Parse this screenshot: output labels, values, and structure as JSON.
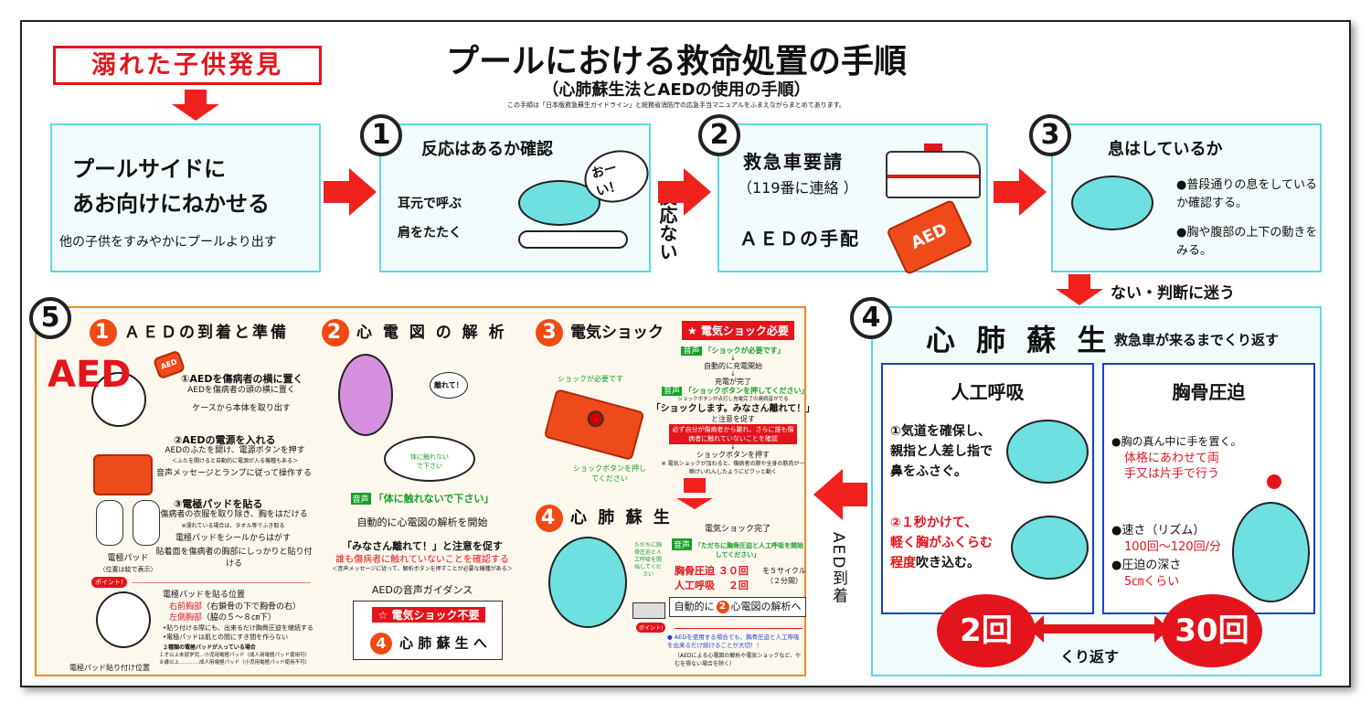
{
  "header": {
    "found": "溺れた子供発見",
    "title": "プールにおける救命処置の手順",
    "subtitle": "（心肺蘇生法とAEDの使用の手順）",
    "note": "この手順は「日本版救急蘇生ガイドライン」と総務省消防庁の応急手当マニュアルをふまえながらまとめてあります。"
  },
  "step0": {
    "line1": "プールサイドに",
    "line2": "あお向けにねかせる",
    "sub": "他の子供をすみやかにプールより出す"
  },
  "step1": {
    "num": "1",
    "title": "反応はあるか確認",
    "shout": "おーい！",
    "a": "耳元で呼ぶ",
    "b": "肩をたたく"
  },
  "no_response": "反応ない",
  "step2": {
    "num": "2",
    "title": "救急車要請",
    "sub": "（119番に連絡 ）",
    "aed": "ＡＥＤの手配",
    "aed_label": "AED"
  },
  "step3": {
    "num": "3",
    "title": "息はしているか",
    "b1": "●普段通りの息をしているか確認する。",
    "b2": "●胸や腹部の上下の動きをみる。"
  },
  "no_breath": "ない・判断に迷う",
  "step4": {
    "num": "4",
    "title": "心 肺 蘇 生",
    "sub": "救急車が来るまでくり返す",
    "breath": {
      "title": "人工呼吸",
      "t1": "①気道を確保し、親指と人差し指で鼻をふさぐ。",
      "t2a": "②１秒かけて、",
      "t2b": "軽く胸がふくらむ",
      "t2c": "程度",
      "t2d": "吹き込む。"
    },
    "comp": {
      "title": "胸骨圧迫",
      "t1": "●胸の真ん中に手を置く。",
      "t1r": "体格にあわせて両手又は片手で行う",
      "t2": "●速さ（リズム）",
      "t2r": "100回〜120回/分",
      "t3": "●圧迫の深さ",
      "t3r": "5㎝くらい"
    },
    "c2": "2回",
    "c30": "30回",
    "repeat": "くり返す"
  },
  "aed_arrive": "AED到着",
  "step5": {
    "num": "5",
    "side": "AED",
    "s1": {
      "title": "ＡＥＤの到着と準備",
      "i1": "①AEDを傷病者の横に置く",
      "i1a": "AEDを傷病者の頭の横に置く",
      "i1b": "ケースから本体を取り出す",
      "i2": "②AEDの電源を入れる",
      "i2a": "AEDのふたを開け、電源ボタンを押す",
      "i2b": "＜ふたを開けると自動的に電源が入る機種もある＞",
      "i2c": "音声メッセージとランプに従って操作する",
      "i3": "③電極パッドを貼る",
      "i3a": "傷病者の衣服を取り除き、胸をはだける",
      "i3b": "※濡れている場合は、タオル等でふき取る",
      "i3c": "電極パッドをシールからはがす",
      "i3d": "貼着面を傷病者の胸部にしっかりと貼り付ける",
      "pad": "電極パッド",
      "pad_sub": "（位置は絵で表示）",
      "point": "ポイント!",
      "pos_title": "電極パッドを貼る位置",
      "pos1": "右前胸部",
      "pos1b": "（右鎖骨の下で胸骨の右）",
      "pos2": "左側胸部",
      "pos2b": "（脇の５〜８㎝下）",
      "n1": "•貼り付ける際にも、出来るだけ胸骨圧迫を継続する",
      "n2": "•電極パッドは肌との間にすき間を作らない",
      "two": "２種類の電極パッドが入っている場合",
      "two1": "１才以上未就学児…小児用電極パッド（成人用電極パッド使用可）",
      "two2": "８歳以上…………成人用電極パッド（小児用電極パッド使用不可）",
      "caption": "電極パッド貼り付け位置"
    },
    "s2": {
      "title": "心 電 図 の 解 析",
      "bubble": "離れて！",
      "touch": "体に触れないで下さい",
      "voice": "音声",
      "v1": "「体に触れないで下さい」",
      "a1": "自動的に心電図の解析を開始",
      "a2": "「みなさん離れて！」と注意を促す",
      "a3": "誰も傷病者に触れていないことを確認する",
      "a4": "＜音声メッセージに従って、解析ボタンを押すことが必要な機種がある＞",
      "guide": "AEDの音声ガイダンス",
      "noshock": "☆ 電気ショック不要",
      "to4": "心 肺 蘇 生 へ"
    },
    "s3": {
      "title": "電気ショック",
      "need": "★ 電気ショック必要",
      "g1": "ショックが必要です",
      "g2": "ショックボタンを押してください",
      "v1": "「ショックが必要です」",
      "a1": "自動的に充電開始",
      "a2": "充電が完了",
      "v2": "「ショックボタンを押してください」",
      "a3": "ショックボタンが点灯し充電完了の連続音がでる",
      "a4": "「ショックします。みなさん離れて！」",
      "a5": "と注意を促す",
      "warn": "必ず自分が傷病者から離れ、さらに誰も傷病者に触れていないことを確認",
      "a6": "ショックボタンを押す",
      "a7": "※ 電気ショックが加わると、傷病者の腕や全身の筋肉が一瞬けいれんしたようにピクッと動く"
    },
    "s4": {
      "title": "心 肺 蘇 生",
      "g1": "ただちに胸骨圧迫と人工呼吸を開始してください",
      "a1": "電気ショック完了",
      "v1": "「ただちに胸骨圧迫と人工呼吸を開始してください」",
      "c1": "胸骨圧迫 ３０回",
      "c2": "人工呼吸　 ２回",
      "cyc": "を５サイクル（２分間）",
      "auto1": "自動的に",
      "auto2": "心電図の解析へ",
      "p1": "● AEDを使用する場合でも、胸骨圧迫と人工呼吸を出来るだけ続けることが大切！！",
      "p2": "（AEDによる心電図の解析や電気ショックなど、やむを得ない場合を除く）"
    }
  }
}
